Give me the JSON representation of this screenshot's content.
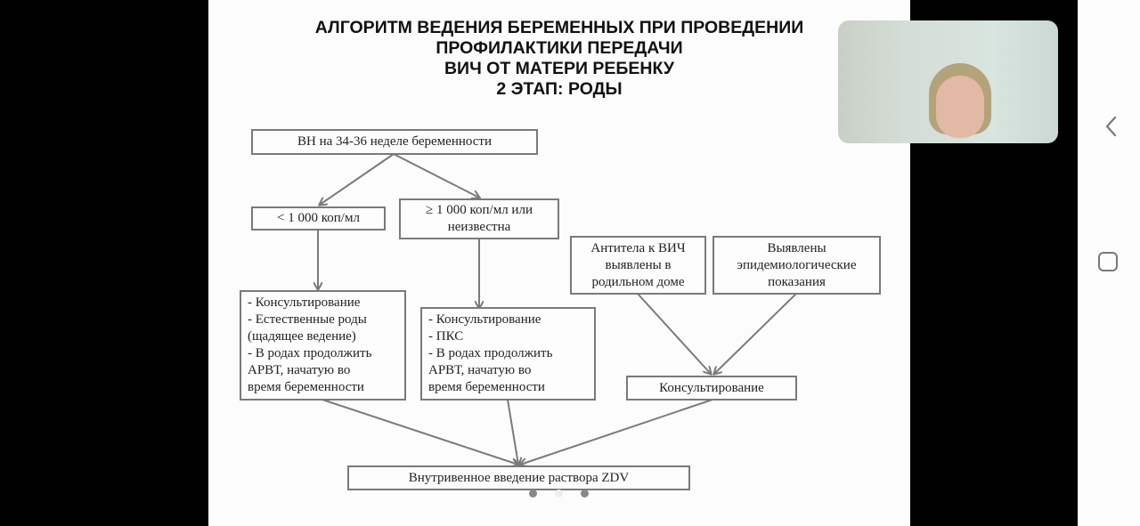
{
  "slide": {
    "title_lines": [
      "АЛГОРИТМ ВЕДЕНИЯ БЕРЕМЕННЫХ ПРИ ПРОВЕДЕНИИ",
      "ПРОФИЛАКТИКИ ПЕРЕДАЧИ",
      "ВИЧ ОТ МАТЕРИ РЕБЕНКУ",
      "2 ЭТАП: РОДЫ"
    ],
    "nodes": {
      "vn": [
        "ВН на 34-36 неделе беременности"
      ],
      "low": [
        "< 1 000 коп/мл"
      ],
      "high": [
        "≥ 1 000 коп/мл или",
        "неизвестна"
      ],
      "low_actions": [
        "- Консультирование",
        "- Естественные роды",
        "(щадящее ведение)",
        "- В родах продолжить",
        "АРВТ, начатую во",
        "время беременности"
      ],
      "high_actions": [
        "- Консультирование",
        "- ПКС",
        "- В родах продолжить",
        "АРВТ, начатую во",
        "время беременности"
      ],
      "antibodies": [
        "Антитела к ВИЧ",
        "выявлены в",
        "родильном доме"
      ],
      "epidem": [
        "Выявлены",
        "эпидемиологические",
        "показания"
      ],
      "consult": [
        "Консультирование"
      ],
      "zdv": [
        "Внутривенное введение раствора ZDV"
      ]
    },
    "pager": {
      "dots": 3,
      "active_index": 1
    },
    "colors": {
      "box_border": "#7a7a7a",
      "arrow": "#7a7a7a",
      "text": "#222222"
    }
  },
  "video_overlay": {
    "label": "presenter-video"
  },
  "navbar": {
    "back_icon": "chevron-left-icon",
    "home_icon": "home-square-icon"
  }
}
